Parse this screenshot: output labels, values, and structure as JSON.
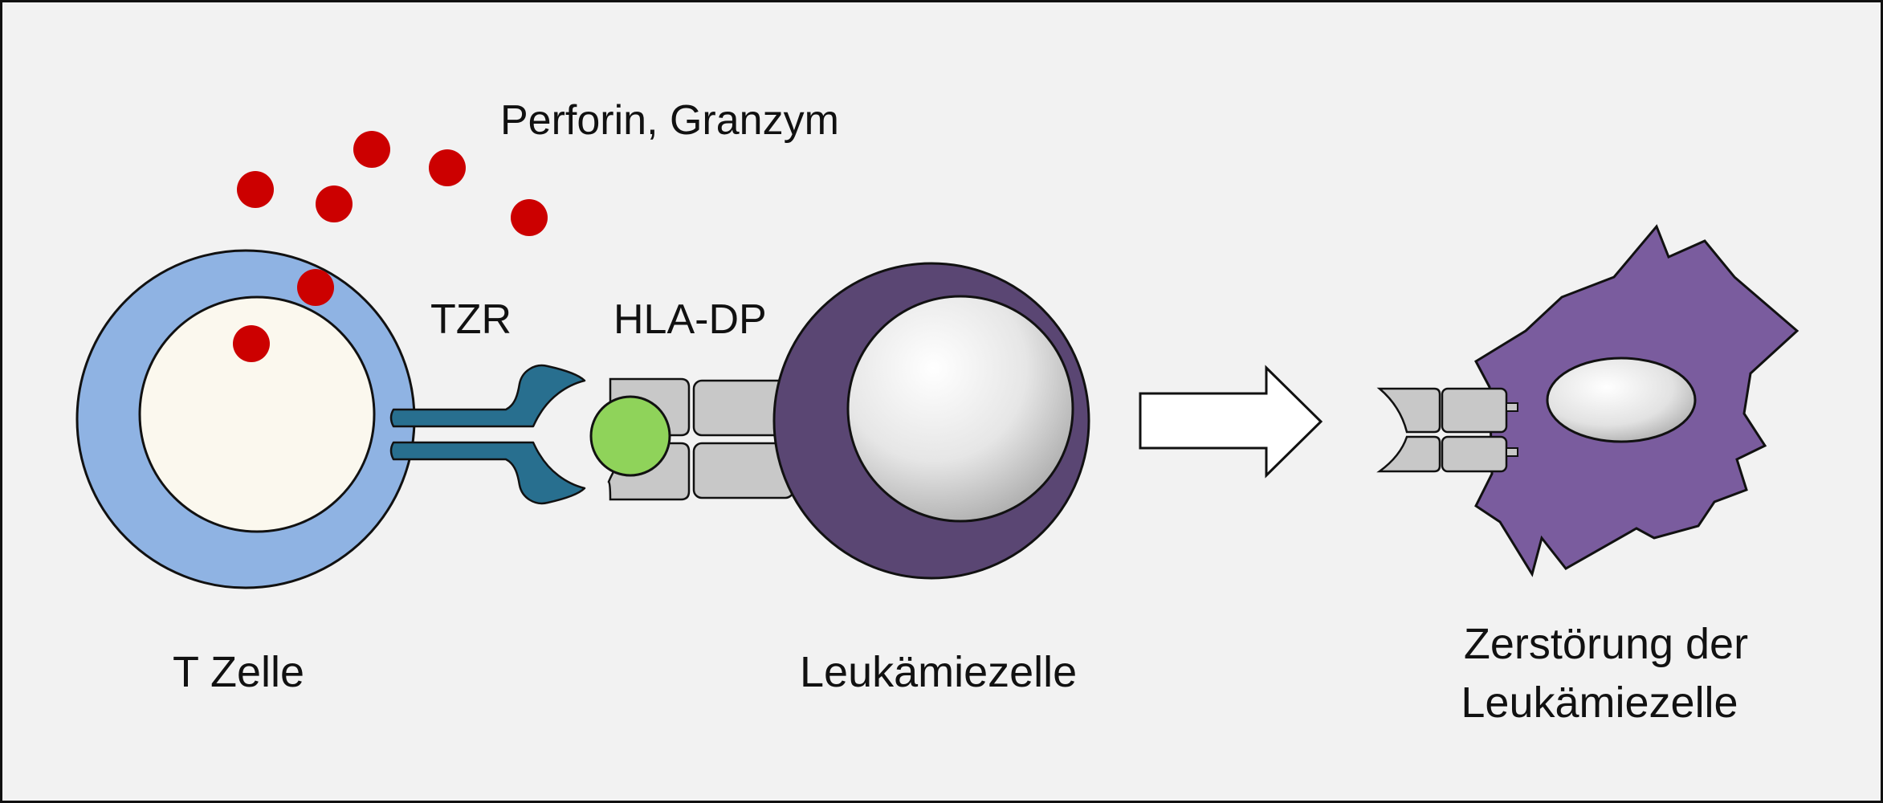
{
  "labels": {
    "perforin": "Perforin, Granzym",
    "tzr": "TZR",
    "hla": "HLA-DP",
    "tcell": "T Zelle",
    "leukemia": "Leukämiezelle",
    "destruction_line1": "Zerstörung der",
    "destruction_line2": "Leukämiezelle"
  },
  "colors": {
    "background": "#f2f2f2",
    "border": "#111111",
    "tcell_outer": "#8fb3e3",
    "tcell_nucleus": "#fbf8ee",
    "granule": "#cc0000",
    "receptor": "#286f8f",
    "antigen": "#8fd35a",
    "hla_molecule": "#c8c8c8",
    "leukemia_cell": "#5a4673",
    "destroyed_cell": "#7a5c9e",
    "arrow": "#ffffff"
  }
}
